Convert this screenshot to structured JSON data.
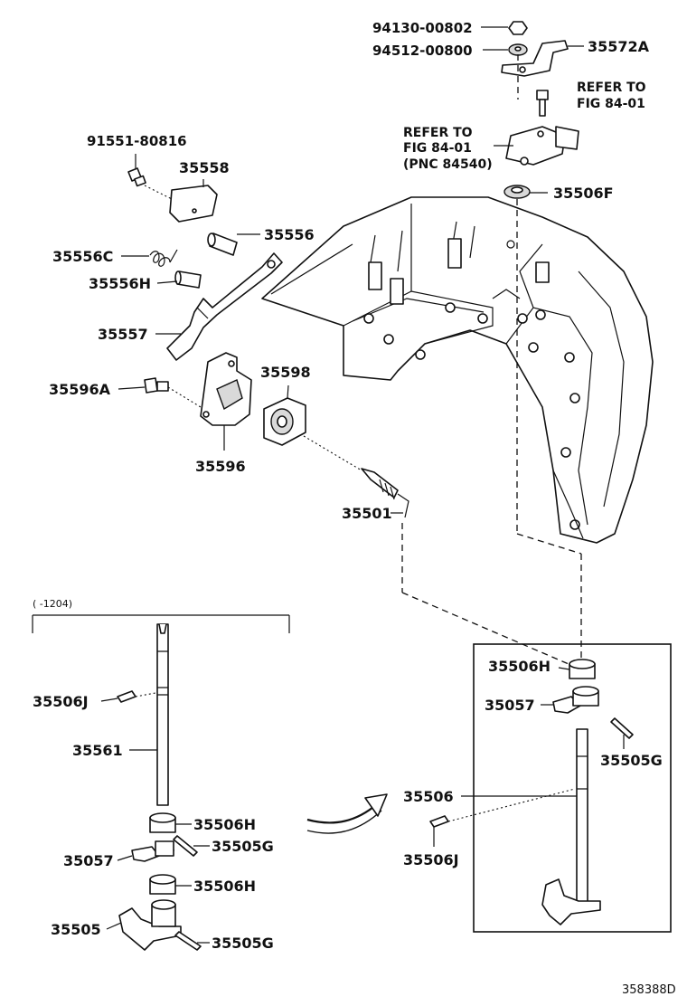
{
  "diagram_code": "358388D",
  "range_label": "(    -1204)",
  "references": {
    "fig_a": [
      "REFER TO",
      "FIG 84-01"
    ],
    "fig_b": [
      "REFER TO",
      "FIG 84-01",
      "(PNC 84540)"
    ]
  },
  "parts": {
    "p94130": "94130-00802",
    "p94512": "94512-00800",
    "p35572A": "35572A",
    "p91551": "91551-80816",
    "p35558": "35558",
    "p35556": "35556",
    "p35556C": "35556C",
    "p35556H": "35556H",
    "p35557": "35557",
    "p35506F": "35506F",
    "p35596A": "35596A",
    "p35598": "35598",
    "p35596": "35596",
    "p35501": "35501",
    "p35506J_left": "35506J",
    "p35561": "35561",
    "p35506H_left1": "35506H",
    "p35505G_left1": "35505G",
    "p35057_left": "35057",
    "p35506H_left2": "35506H",
    "p35505": "35505",
    "p35505G_left2": "35505G",
    "p35506H_right": "35506H",
    "p35057_right": "35057",
    "p35505G_right": "35505G",
    "p35506": "35506",
    "p35506J_right": "35506J"
  }
}
